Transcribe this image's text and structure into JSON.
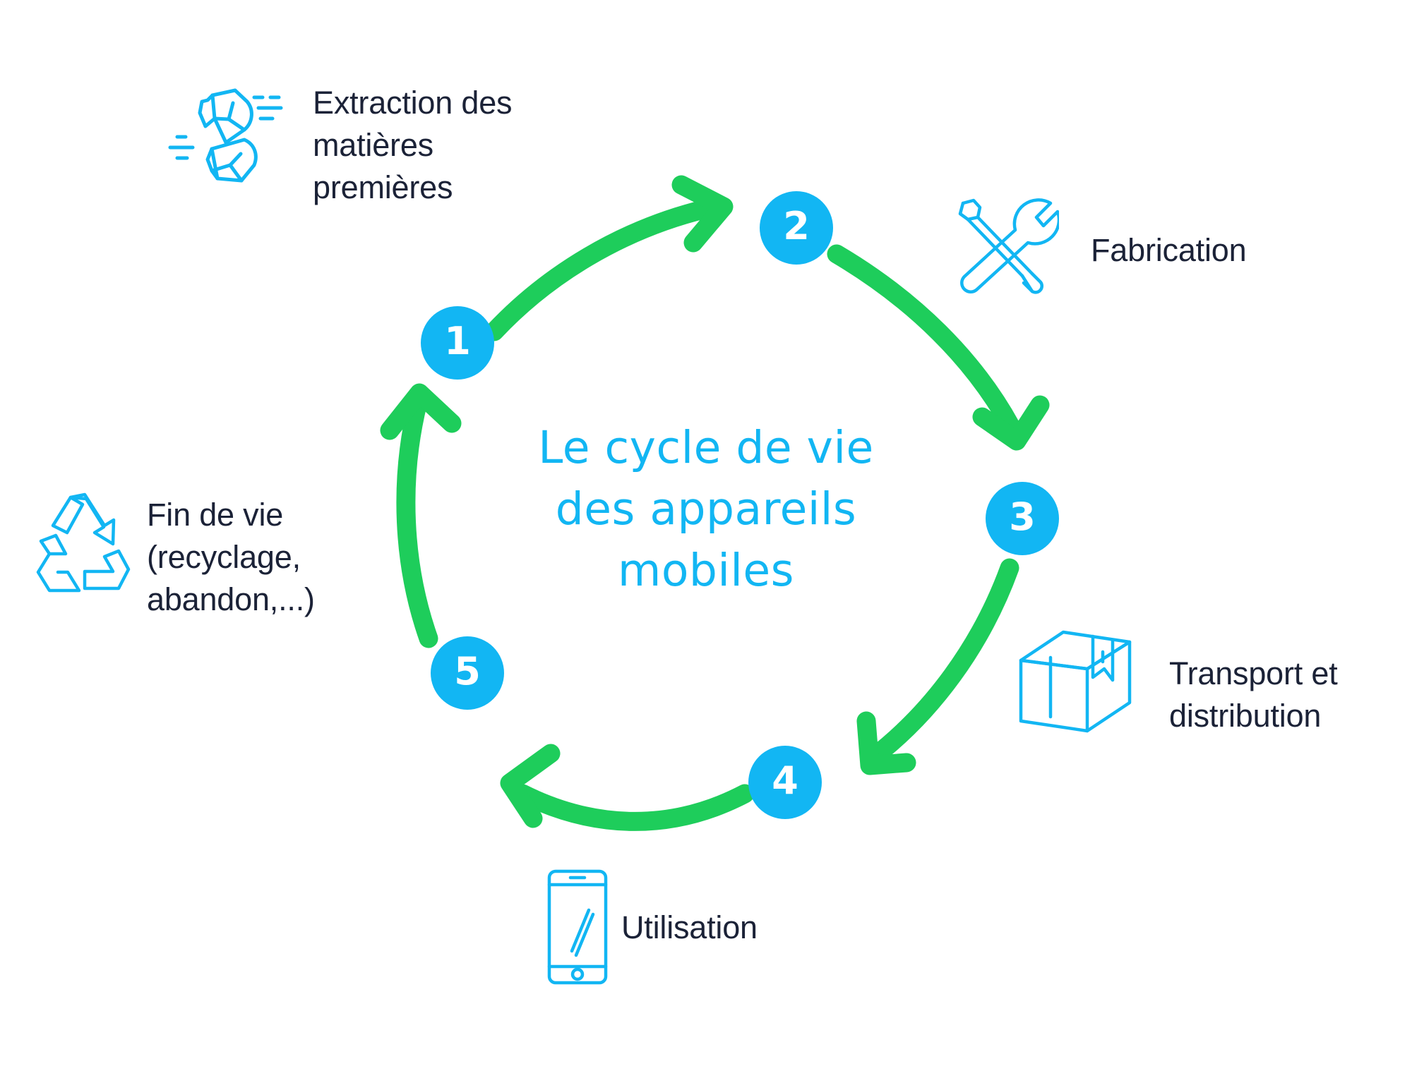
{
  "diagram": {
    "center_title": "Le cycle de vie\ndes appareils\nmobiles",
    "colors": {
      "badge_fill": "#12b6f3",
      "badge_text": "#ffffff",
      "arrow_green": "#1ecd5b",
      "icon_cyan": "#12b6f3",
      "label_navy": "#1b2237",
      "title_cyan": "#12b6f3",
      "background": "#ffffff"
    },
    "steps": [
      {
        "number": "1",
        "label": "Extraction des\nmatières\npremières",
        "icon": "raw-materials-rocks-icon"
      },
      {
        "number": "2",
        "label": "Fabrication",
        "icon": "screwdriver-wrench-icon"
      },
      {
        "number": "3",
        "label": "Transport et\ndistribution",
        "icon": "package-box-icon"
      },
      {
        "number": "4",
        "label": "Utilisation",
        "icon": "smartphone-icon"
      },
      {
        "number": "5",
        "label": "Fin de vie\n(recyclage,\nabandon,...)",
        "icon": "recycling-arrows-icon"
      }
    ]
  }
}
